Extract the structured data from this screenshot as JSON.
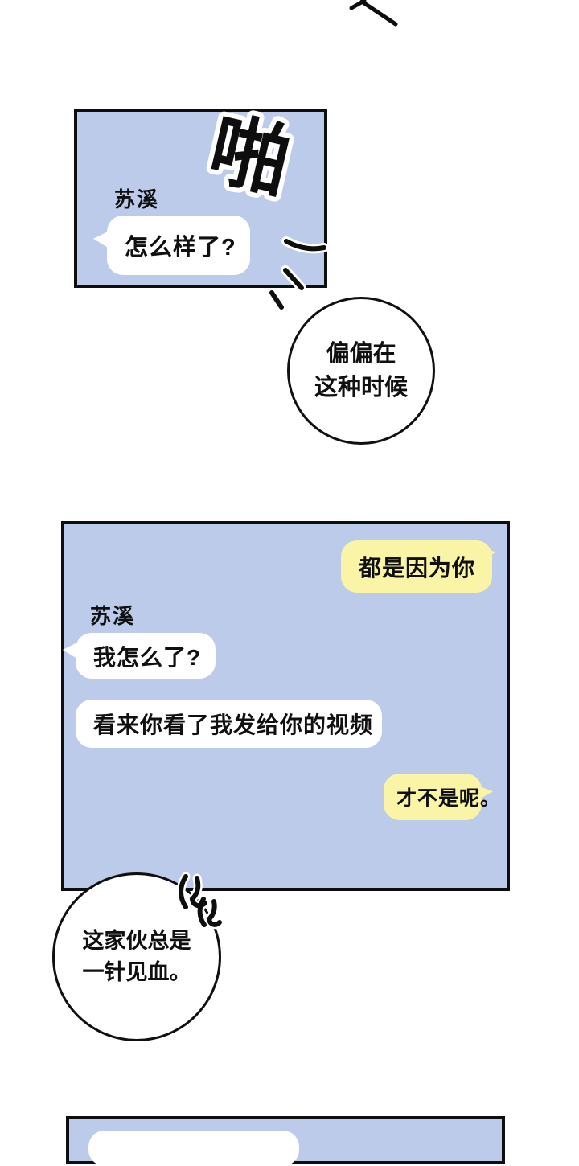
{
  "colors": {
    "panel_blue": "#bdcbea",
    "bubble_yellow": "#faf5a6",
    "bubble_white": "#ffffff",
    "ink": "#0e0e0e"
  },
  "panel1": {
    "sfx": "啪",
    "speaker": "苏溪",
    "messages": [
      {
        "text": "怎么样了?",
        "side": "left",
        "style": "white"
      }
    ]
  },
  "narration_top": {
    "line1": "偏偏在",
    "line2": "这种时候"
  },
  "panel2": {
    "speaker": "苏溪",
    "messages": [
      {
        "text": "都是因为你",
        "side": "right",
        "style": "yellow"
      },
      {
        "text": "我怎么了?",
        "side": "left",
        "style": "white"
      },
      {
        "text": "看来你看了我发给你的视频",
        "side": "left",
        "style": "white"
      },
      {
        "text": "才不是呢。",
        "side": "right",
        "style": "yellow"
      }
    ]
  },
  "narration_bottom": {
    "line1": "这家伙总是",
    "line2": "一针见血。"
  },
  "icons": {
    "anger_vein": "anger-vein-icon",
    "motion_dash": "motion-dash-icon",
    "speed_line": "speed-line-icon"
  }
}
